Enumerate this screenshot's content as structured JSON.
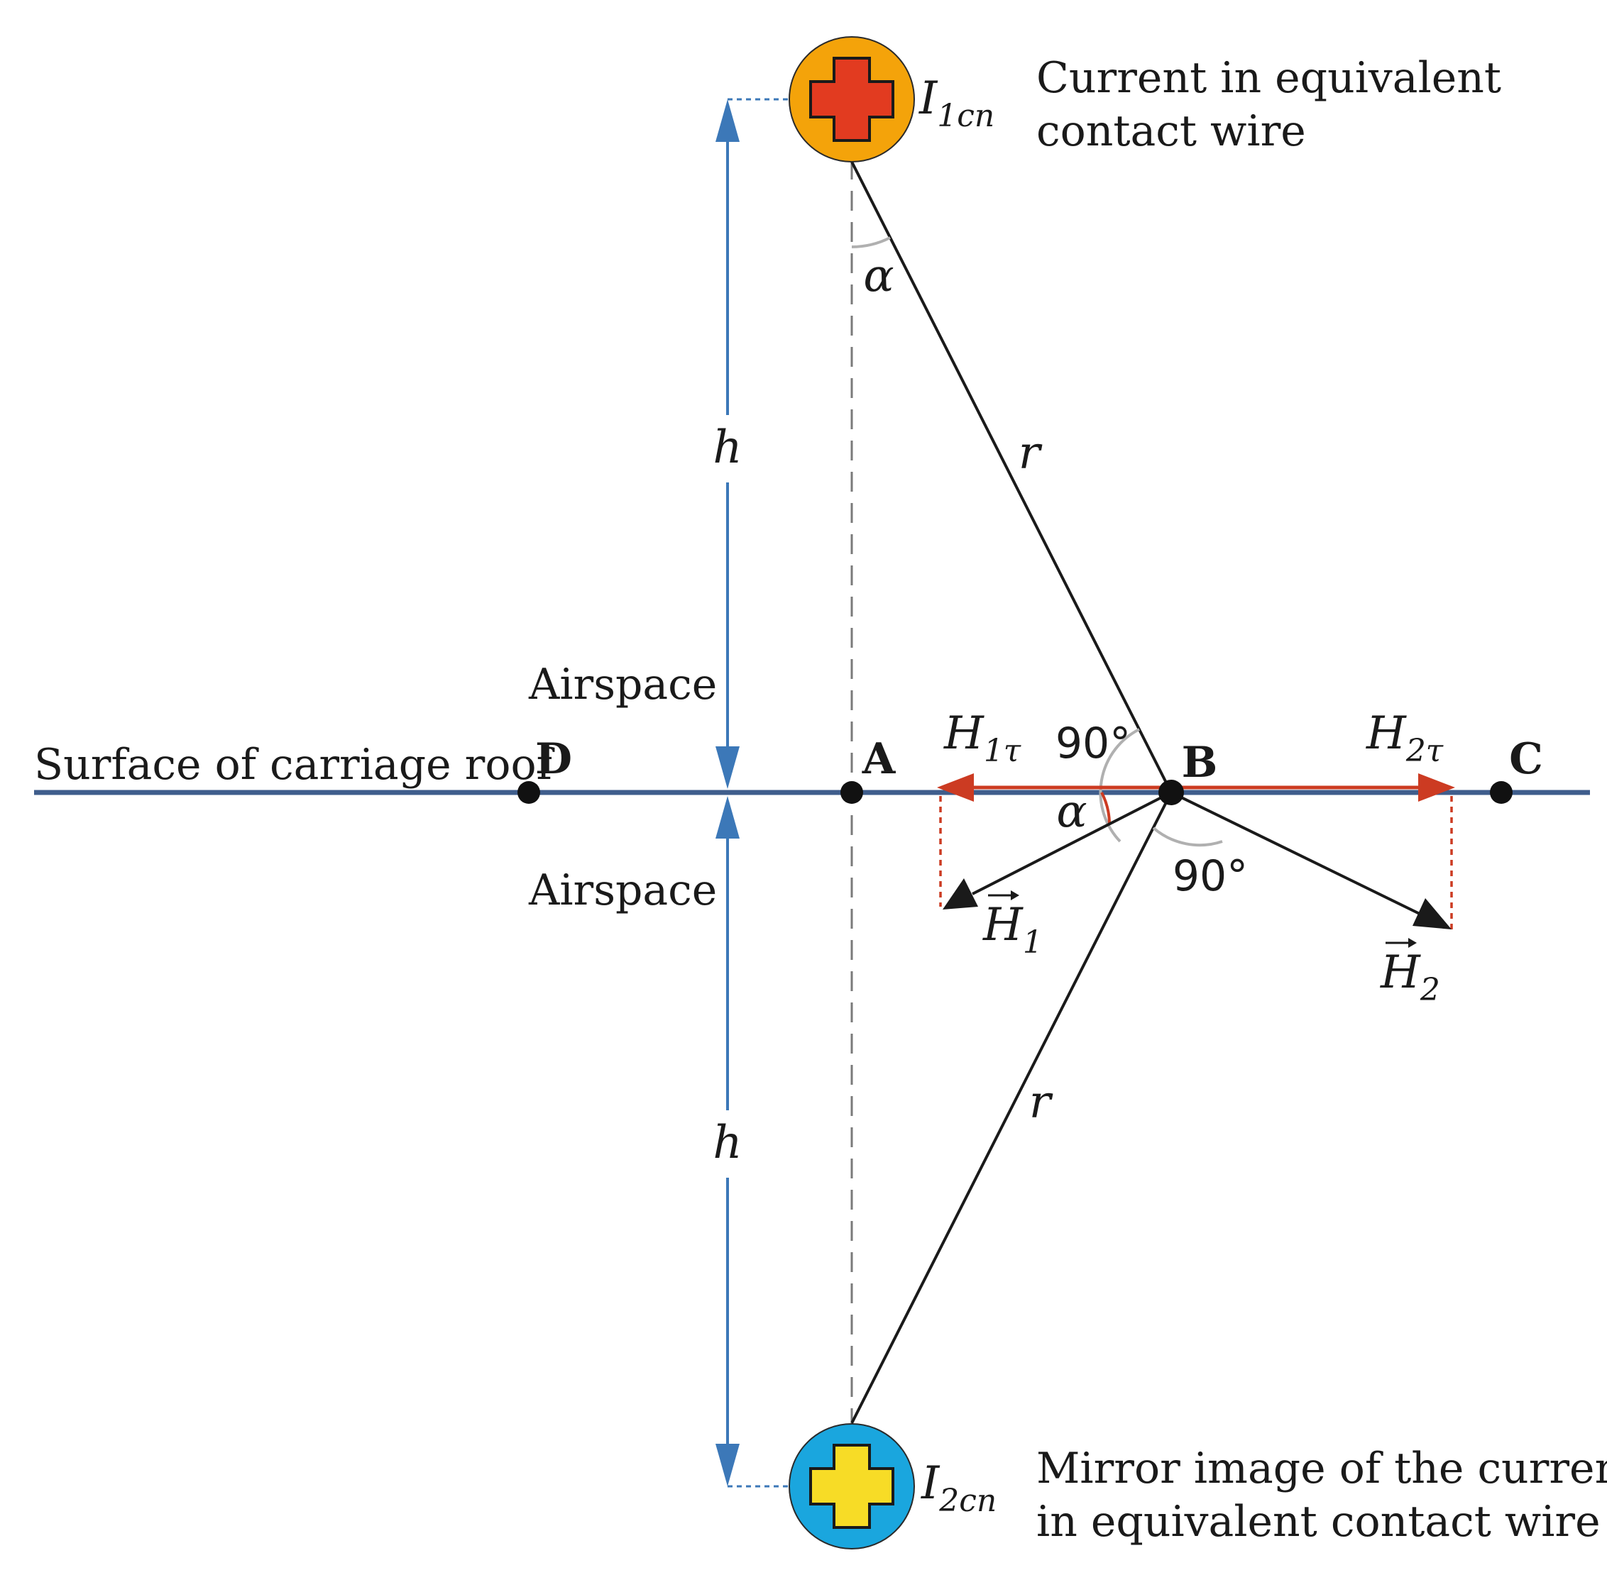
{
  "colors": {
    "roof": "#3f5d8c",
    "dimension": "#3c78b8",
    "tangent": "#cc3b22",
    "source_fill": "#f4a30a",
    "source_plus": "#e23b20",
    "image_fill": "#1aa6de",
    "image_plus": "#f7dc26",
    "line": "#1a1a1a",
    "guide": "#7a7a7a",
    "angle_arc": "#b0b0b0"
  },
  "surface_label": "Surface of carriage roof",
  "airspace_top": "Airspace",
  "airspace_bottom": "Airspace",
  "points": {
    "A": "A",
    "B": "B",
    "C": "C",
    "D": "D"
  },
  "source": {
    "symbol": "I",
    "subscript": "1cn",
    "caption": [
      "Current in equivalent",
      "contact wire"
    ],
    "icon": "plus-icon"
  },
  "image": {
    "symbol": "I",
    "subscript": "2cn",
    "caption": [
      "Mirror image of the current",
      "in equivalent contact wire"
    ],
    "icon": "plus-icon"
  },
  "dimension_label": "h",
  "distance_label": "r",
  "angle_alpha": "α",
  "angle_right": "90°",
  "vectors": {
    "H1": {
      "symbol": "H",
      "subscript": "1"
    },
    "H2": {
      "symbol": "H",
      "subscript": "2"
    },
    "H1t": {
      "symbol": "H",
      "subscript": "1τ"
    },
    "H2t": {
      "symbol": "H",
      "subscript": "2τ"
    }
  }
}
